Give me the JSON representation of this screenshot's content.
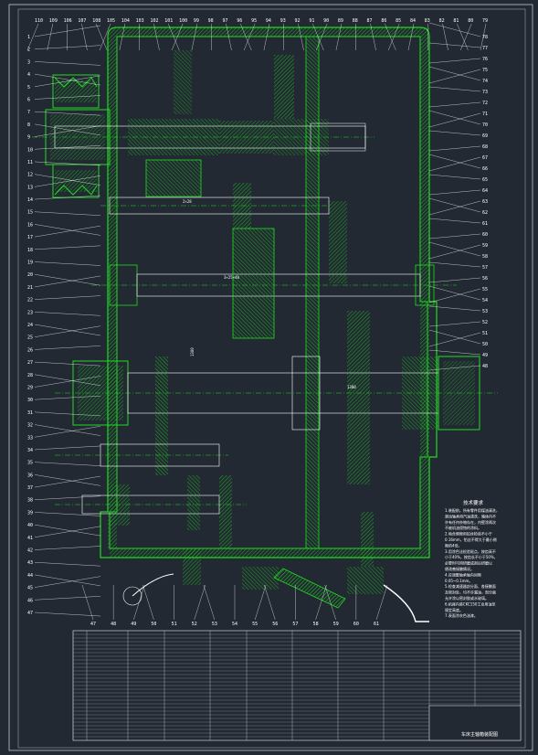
{
  "drawing": {
    "top_labels": [
      "110",
      "109",
      "106",
      "107",
      "108",
      "105",
      "104",
      "103",
      "102",
      "101",
      "100",
      "99",
      "98",
      "97",
      "96",
      "95",
      "94",
      "93",
      "92",
      "91",
      "90",
      "89",
      "88",
      "87",
      "86",
      "85",
      "84",
      "83",
      "82",
      "81",
      "80",
      "79"
    ],
    "left_labels": [
      "1",
      "2",
      "3",
      "4",
      "5",
      "6",
      "7",
      "8",
      "9",
      "10",
      "11",
      "12",
      "13",
      "14",
      "15",
      "16",
      "17",
      "18",
      "19",
      "20",
      "21",
      "22",
      "23",
      "24",
      "25",
      "26",
      "27",
      "28",
      "29",
      "30",
      "31",
      "32",
      "33",
      "34",
      "35",
      "36",
      "37",
      "38",
      "39",
      "40",
      "41",
      "42",
      "43",
      "44",
      "45",
      "46",
      "47"
    ],
    "right_labels": [
      "78",
      "77",
      "76",
      "75",
      "74",
      "73",
      "72",
      "71",
      "70",
      "69",
      "68",
      "67",
      "66",
      "65",
      "64",
      "63",
      "62",
      "61",
      "60",
      "59",
      "58",
      "57",
      "56",
      "55",
      "54",
      "53",
      "52",
      "51",
      "50",
      "49",
      "48"
    ],
    "bottom_labels": [
      "47",
      "48",
      "49",
      "50",
      "51",
      "52",
      "53",
      "54",
      "55",
      "56",
      "57",
      "58",
      "59",
      "60",
      "61"
    ],
    "dimension_texts": [
      "1300",
      "2×28",
      "3×25×40",
      "1300"
    ],
    "notes_title": "技术要求",
    "notes_lines": [
      "1.装配前，所有零件用煤油清洗，",
      "  滚动轴承用汽油清洗，箱体内不",
      "  许有任何杂物存在，内壁涂两次",
      "  不被机油侵蚀的涂料。",
      "2.啮合侧隙用铅丝检验不小于",
      "  0.16mm，铅丝不得大于最小侧",
      "  隙的4倍。",
      "3.用涂色法检验斑点，按齿高不",
      "  小于40%，按齿长不小于50%，",
      "  必要时可用研磨或刮后研磨以",
      "  便改善接触情况。",
      "4.应调整轴承轴向间隙",
      "  0.05~0.1mm。",
      "5.检查减速器剖分面、各接触面",
      "  及密封处，均不许漏油，剖分面",
      "  允许涂以密封胶或水玻璃。",
      "6.机座内装CKC150工业用油至",
      "  规定高度。",
      "7.表面涂灰色油漆。"
    ],
    "title_block": "车床主轴箱装配图"
  },
  "colors": {
    "background": "#222933",
    "primary": "#1fdc1f",
    "hatch": "#1fbf1f",
    "line": "#ffffff",
    "table": "#cfcfcf"
  }
}
